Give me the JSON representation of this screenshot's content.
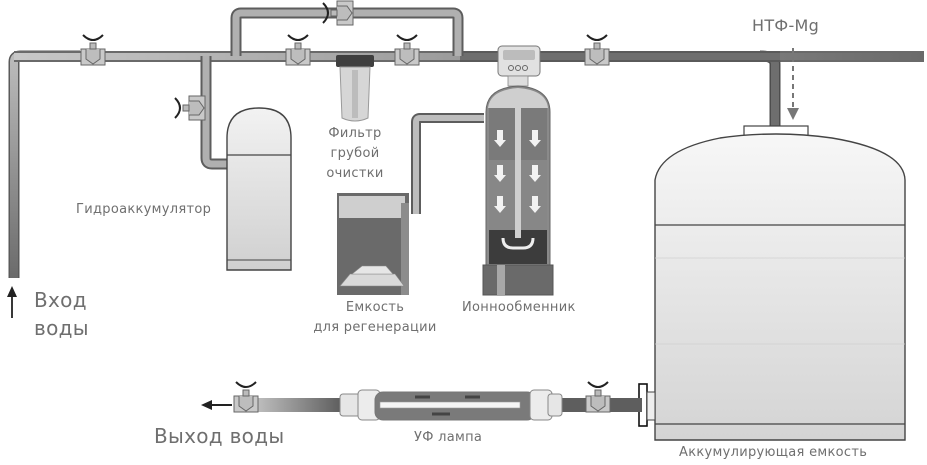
{
  "diagram": {
    "title": "Water treatment scheme",
    "labels": {
      "water_inlet_line1": "Вход",
      "water_inlet_line2": "воды",
      "hydro_accumulator": "Гидроаккумулятор",
      "coarse_filter_line1": "Фильтр",
      "coarse_filter_line2": "грубой",
      "coarse_filter_line3": "очистки",
      "regeneration_tank_line1": "Емкость",
      "regeneration_tank_line2": "для регенерации",
      "ion_exchanger": "Ионнообменник",
      "reagent": "НТФ-Mg",
      "storage_tank": "Аккумулирующая емкость",
      "uv_lamp": "УФ лампа",
      "water_outlet": "Выход воды"
    },
    "components": [
      {
        "id": "water-inlet",
        "type": "inlet"
      },
      {
        "id": "valve-inlet",
        "type": "valve"
      },
      {
        "id": "valve-accumulator",
        "type": "valve"
      },
      {
        "id": "hydro-accumulator",
        "type": "pressure-tank"
      },
      {
        "id": "valve-bypass",
        "type": "valve"
      },
      {
        "id": "valve-before-filter",
        "type": "valve"
      },
      {
        "id": "coarse-filter",
        "type": "filter"
      },
      {
        "id": "valve-after-filter",
        "type": "valve"
      },
      {
        "id": "regeneration-tank",
        "type": "brine-tank"
      },
      {
        "id": "ion-exchanger",
        "type": "softener"
      },
      {
        "id": "valve-after-softener",
        "type": "valve"
      },
      {
        "id": "reagent-dosing",
        "type": "dosing"
      },
      {
        "id": "storage-tank",
        "type": "tank"
      },
      {
        "id": "valve-outlet-tank",
        "type": "valve"
      },
      {
        "id": "uv-lamp",
        "type": "uv-sterilizer"
      },
      {
        "id": "valve-outlet",
        "type": "valve"
      },
      {
        "id": "water-outlet",
        "type": "outlet"
      }
    ],
    "colors": {
      "pipe_light": "#bdbdbd",
      "pipe_dark": "#6e6e6e",
      "outline": "#555555",
      "text": "#6f6f6f",
      "media_dark": "#5e5e5e"
    }
  }
}
